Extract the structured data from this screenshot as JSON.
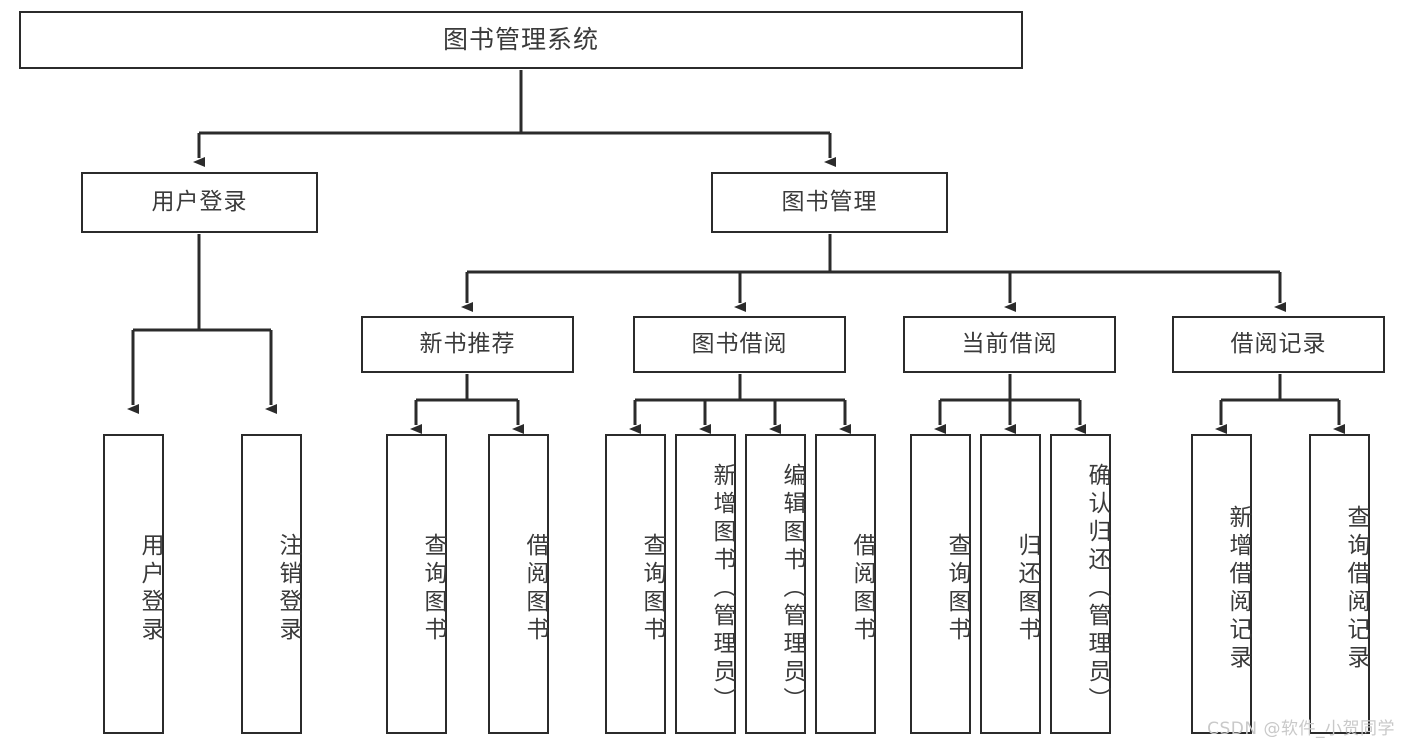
{
  "diagram": {
    "type": "tree-hierarchy",
    "title": "图书管理系统",
    "background_color": "#ffffff",
    "box_border_color": "#2b2b2b",
    "text_color": "#3a3a3a",
    "connector_color": "#2b2b2b"
  },
  "root": {
    "label": "图书管理系统"
  },
  "level2": [
    {
      "label": "用户登录"
    },
    {
      "label": "图书管理"
    }
  ],
  "level3": [
    {
      "label": "新书推荐"
    },
    {
      "label": "图书借阅"
    },
    {
      "label": "当前借阅"
    },
    {
      "label": "借阅记录"
    }
  ],
  "leaves": {
    "user_login": [
      {
        "label": "用户登录"
      },
      {
        "label": "注销登录"
      }
    ],
    "new_book_recommend": [
      {
        "label": "查询图书"
      },
      {
        "label": "借阅图书"
      }
    ],
    "book_borrow": [
      {
        "label": "查询图书"
      },
      {
        "label": "新增图书（管理员）"
      },
      {
        "label": "编辑图书（管理员）"
      },
      {
        "label": "借阅图书"
      }
    ],
    "current_borrow": [
      {
        "label": "查询图书"
      },
      {
        "label": "归还图书"
      },
      {
        "label": "确认归还（管理员）"
      }
    ],
    "borrow_record": [
      {
        "label": "新增借阅记录"
      },
      {
        "label": "查询借阅记录"
      }
    ]
  },
  "watermark": {
    "text": "CSDN @软件_小贺同学"
  }
}
